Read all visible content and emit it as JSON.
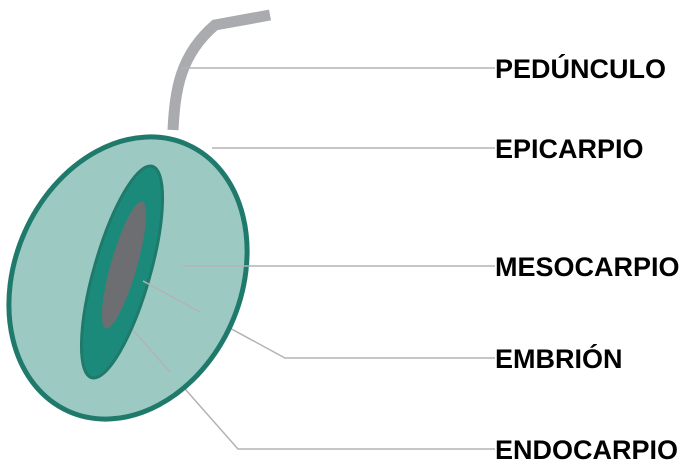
{
  "labels": {
    "peduncle": "PEDÚNCULO",
    "epicarp": "EPICARPIO",
    "mesocarp": "MESOCARPIO",
    "embryo": "EMBRIÓN",
    "endocarp": "ENDOCARPIO"
  },
  "colors": {
    "background": "#ffffff",
    "peduncle_stem": "#a9abae",
    "outer_fill": "#9ccac3",
    "outline": "#1f7a6c",
    "endocarp_fill": "#1b8a7b",
    "embryo_fill": "#6d6e71",
    "leader_line": "#b3b3b3",
    "label_text": "#000000"
  }
}
